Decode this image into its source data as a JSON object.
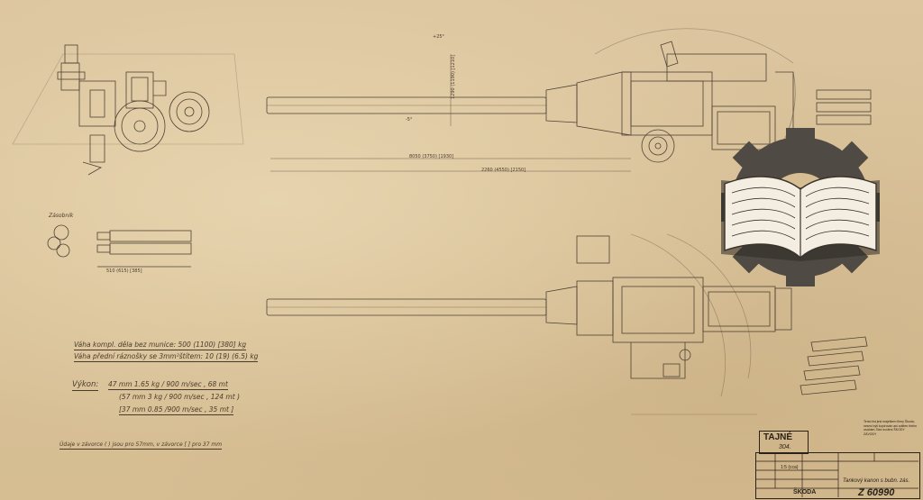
{
  "labels": {
    "elevation_angle": "+25°",
    "depression_angle": "-5°",
    "vertical_height": "1290 (1190) [1210]",
    "barrel_length": "8050 (3750) [1930]",
    "overall_length": "2260 (4550) [2150]",
    "ammo_small_label": "Zásobník",
    "ammo_length": "510 (615) [385]"
  },
  "specs": {
    "weight_line": "Váha kompl. děla bez munice: 500 (1100) [380] kg",
    "shield_line": "Váha přední ráznošky se 3mm²štítem: 10 (19) (6.5) kg",
    "vykon_label": "Výkon:",
    "perf_1": "47 mm   1.65 kg / 900 m/sec , 68 mt",
    "perf_2": "(57 mm   3 kg / 900 m/sec , 124 mt )",
    "perf_3": "[37 mm   0.85 /900 m/sec , 35 mt ]",
    "footnote": "Údaje v závorce ( ) jsou pro 57mm, v závorce [ ] pro 37 mm"
  },
  "title_block": {
    "classification": "TAJNÉ",
    "stamp_number": "304.",
    "description": "Tankový kanon s bubn. zás.",
    "company": "ŠKODA",
    "drawing_number": "Z 60990",
    "scale": "1:5 (cca)",
    "note": "Tento list jest majetkem firmy Škoda, nesmí býti kopírován ani sdělen třetím osobám. Bez svolení ŠKODY ZÁVODY"
  },
  "logo": {
    "gear_color": "#4f4a44",
    "book_color": "#f3ede2",
    "book_outline": "#3a332c"
  }
}
